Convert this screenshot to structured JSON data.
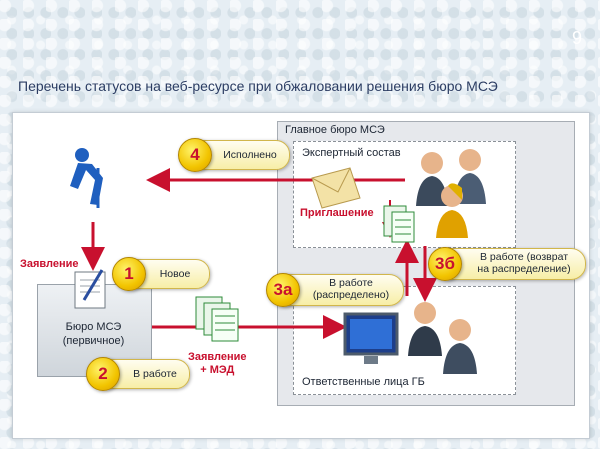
{
  "slide_number": "9",
  "title": "Перечень статусов на веб-ресурсе при обжаловании решения бюро МСЭ",
  "boxes": {
    "main_bureau": "Главное бюро МСЭ",
    "expert_group": "Экспертный состав",
    "responsible": "Ответственные лица ГБ",
    "primary_bureau": [
      "Бюро МСЭ",
      "(первичное)"
    ]
  },
  "flow_labels": {
    "application": "Заявление",
    "invitation": "Приглашение",
    "application_med": [
      "Заявление",
      "+ МЭД"
    ]
  },
  "statuses": [
    {
      "number": "1",
      "text": [
        "Новое"
      ]
    },
    {
      "number": "2",
      "text": [
        "В работе"
      ]
    },
    {
      "number": "3а",
      "text": [
        "В работе",
        "(распределено)"
      ]
    },
    {
      "number": "3б",
      "text": [
        "В работе (возврат",
        "на распределение)"
      ]
    },
    {
      "number": "4",
      "text": [
        "Исполнено"
      ]
    }
  ],
  "colors": {
    "arrow": "#c8102e",
    "badge": "#f2c400",
    "badge_text": "#c8102e"
  },
  "icons": [
    "disabled-person-icon",
    "document-pen-icon",
    "spreadsheet-icon",
    "envelope-icon",
    "people-group-icon",
    "computer-user-icon"
  ]
}
